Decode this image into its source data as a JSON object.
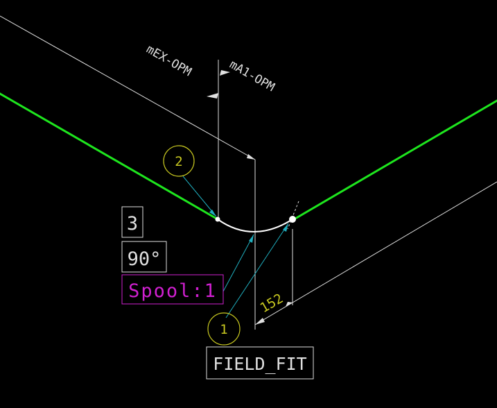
{
  "colors": {
    "background": "#000000",
    "pipe": "#1ee61e",
    "dimension": "#e6e6e6",
    "bubble": "#c8c820",
    "leader": "#20b0c0",
    "spool": "#d020d0",
    "label": "#e6e6e6"
  },
  "labels": {
    "ex_opm": "mEX-OPM",
    "a1_opm": "mA1-OPM",
    "dimension_value": "152",
    "bubble_1": "1",
    "bubble_2": "2",
    "tag_quantity": "3",
    "tag_angle": "90°",
    "tag_spool": "Spool:1",
    "tag_field_fit": "FIELD_FIT"
  }
}
